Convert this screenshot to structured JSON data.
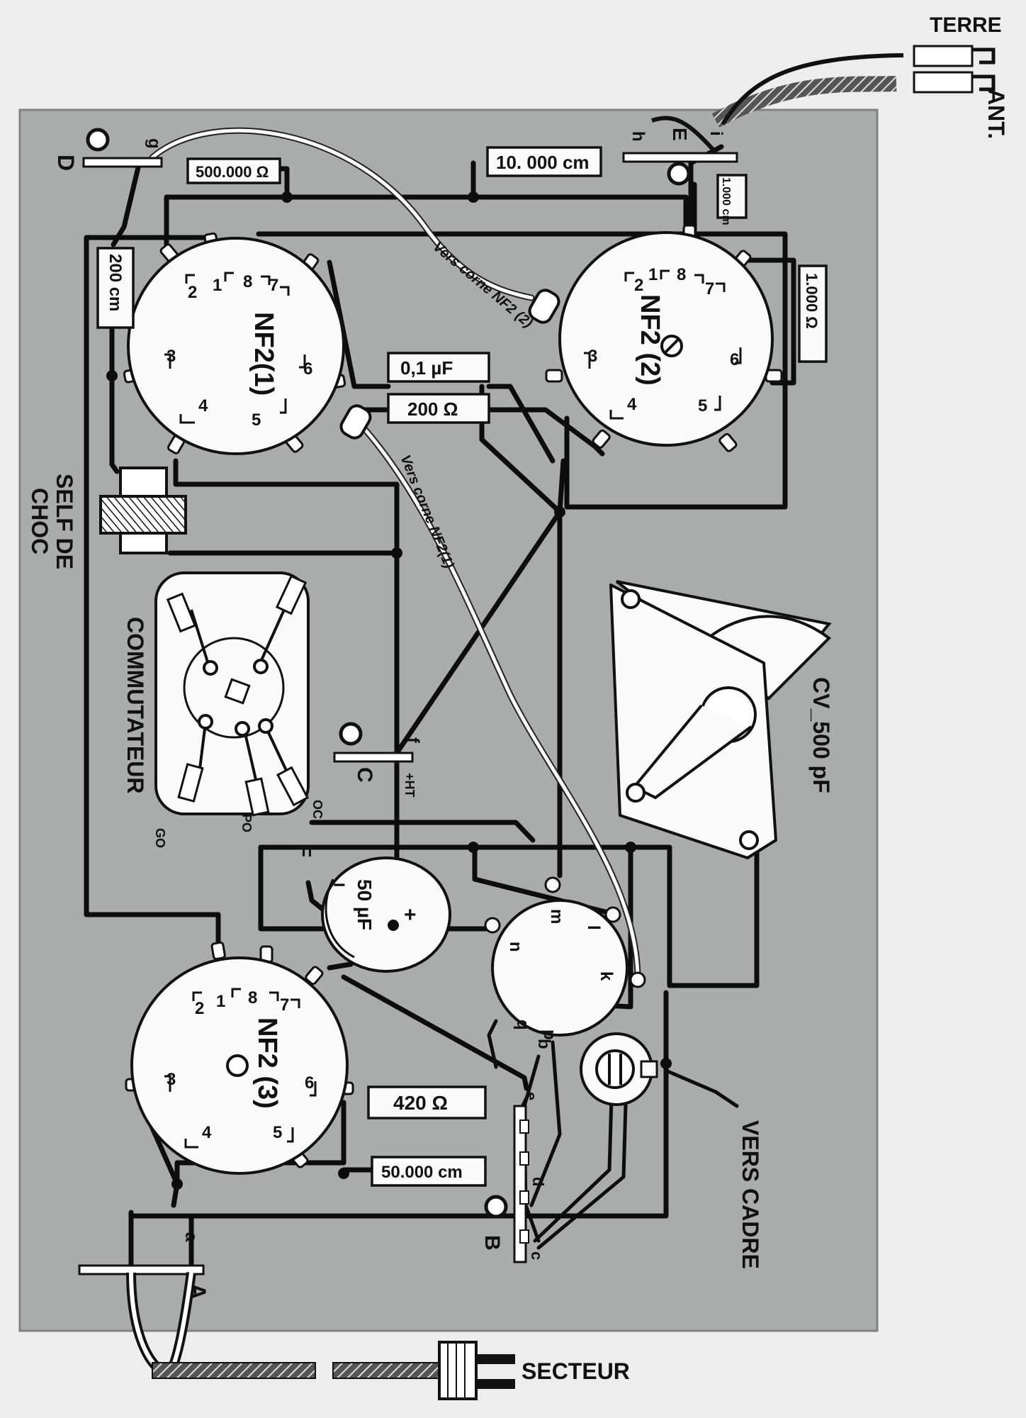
{
  "labels": {
    "terre": "TERRE",
    "ant": "ANT.",
    "secteur": "SECTEUR",
    "vers_cadre": "VERS CADRE",
    "self_de_choc_1": "SELF DE",
    "self_de_choc_2": "CHOC",
    "commutateur": "COMMUTATEUR",
    "cv": "CV_500 pF",
    "vers_corne_2": "Vers corne NF2 (2)",
    "vers_corne_1": "Vers corne NF2(1)",
    "plus_ht": "+HT",
    "go": "GO",
    "po": "PO",
    "oc": "OC",
    "f_switch": "F"
  },
  "tubes": [
    {
      "name": "NF2(1)",
      "pins": [
        "1",
        "2",
        "3",
        "4",
        "5",
        "6",
        "7",
        "8"
      ]
    },
    {
      "name": "NF2 (2)",
      "pins": [
        "1",
        "2",
        "3",
        "4",
        "5",
        "6",
        "7",
        "8"
      ]
    },
    {
      "name": "NF2 (3)",
      "pins": [
        "1",
        "2",
        "3",
        "4",
        "5",
        "6",
        "7",
        "8"
      ]
    }
  ],
  "components": {
    "r_500k": "500.000 Ω",
    "c_10000": "10. 000 cm",
    "c_1000": "1.000 cm",
    "c_200": "200 cm",
    "r_1000": "1.000 Ω",
    "c_01uf": "0,1 µF",
    "r_200": "200 Ω",
    "r_420": "420 Ω",
    "c_50000": "50.000 cm",
    "c_50uf": "50 µF",
    "c_50uf_minus": "−",
    "c_50uf_plus": "+"
  },
  "terminals": {
    "A": "A",
    "B": "B",
    "C": "C",
    "D": "D",
    "E": "E",
    "F": "F",
    "a": "a",
    "b": "b",
    "c": "c",
    "d": "d",
    "e": "e",
    "f": "f",
    "g": "g",
    "h": "h",
    "i": "i",
    "k": "k",
    "l": "l",
    "m": "m",
    "n": "n",
    "p": "p",
    "q": "q"
  },
  "colors": {
    "board": "#a9acac",
    "paper": "#eceeee",
    "wire": "#0d0d0d",
    "part": "#fafafa"
  }
}
